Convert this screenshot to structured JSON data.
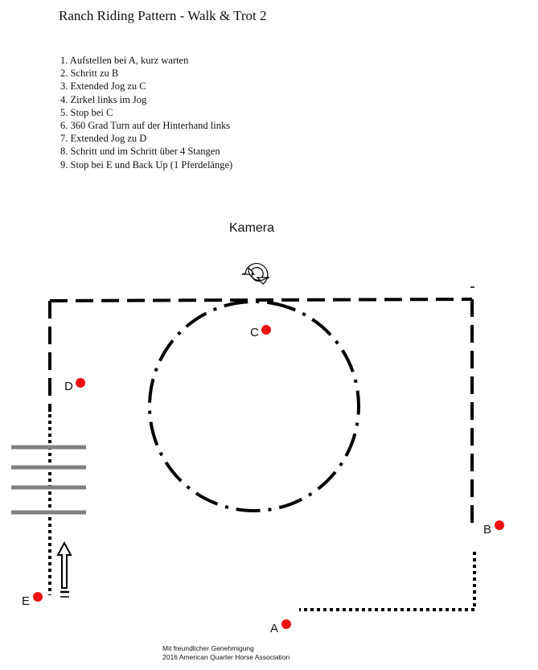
{
  "title": "Ranch Riding Pattern - Walk & Trot 2",
  "steps": [
    "1. Aufstellen bei A, kurz warten",
    "2. Schritt zu B",
    "3. Extended Jog zu C",
    "4. Zirkel links im Jog",
    "5. Stop bei C",
    "6. 360 Grad Turn auf der Hinterhand links",
    "7. Extended Jog zu D",
    "8. Schritt und im Schritt über 4 Stangen",
    "9. Stop bei E und Back Up (1 Pferdelänge)"
  ],
  "camera_label": "Kamera",
  "markers": {
    "A": "A",
    "B": "B",
    "C": "C",
    "D": "D",
    "E": "E"
  },
  "credit": {
    "line1": "Mit freundlicher Genehmigung",
    "line2": "2016 American Quarter Horse Association"
  },
  "colors": {
    "marker": "#ee1111",
    "poles": "#808080",
    "lines": "#000000"
  }
}
